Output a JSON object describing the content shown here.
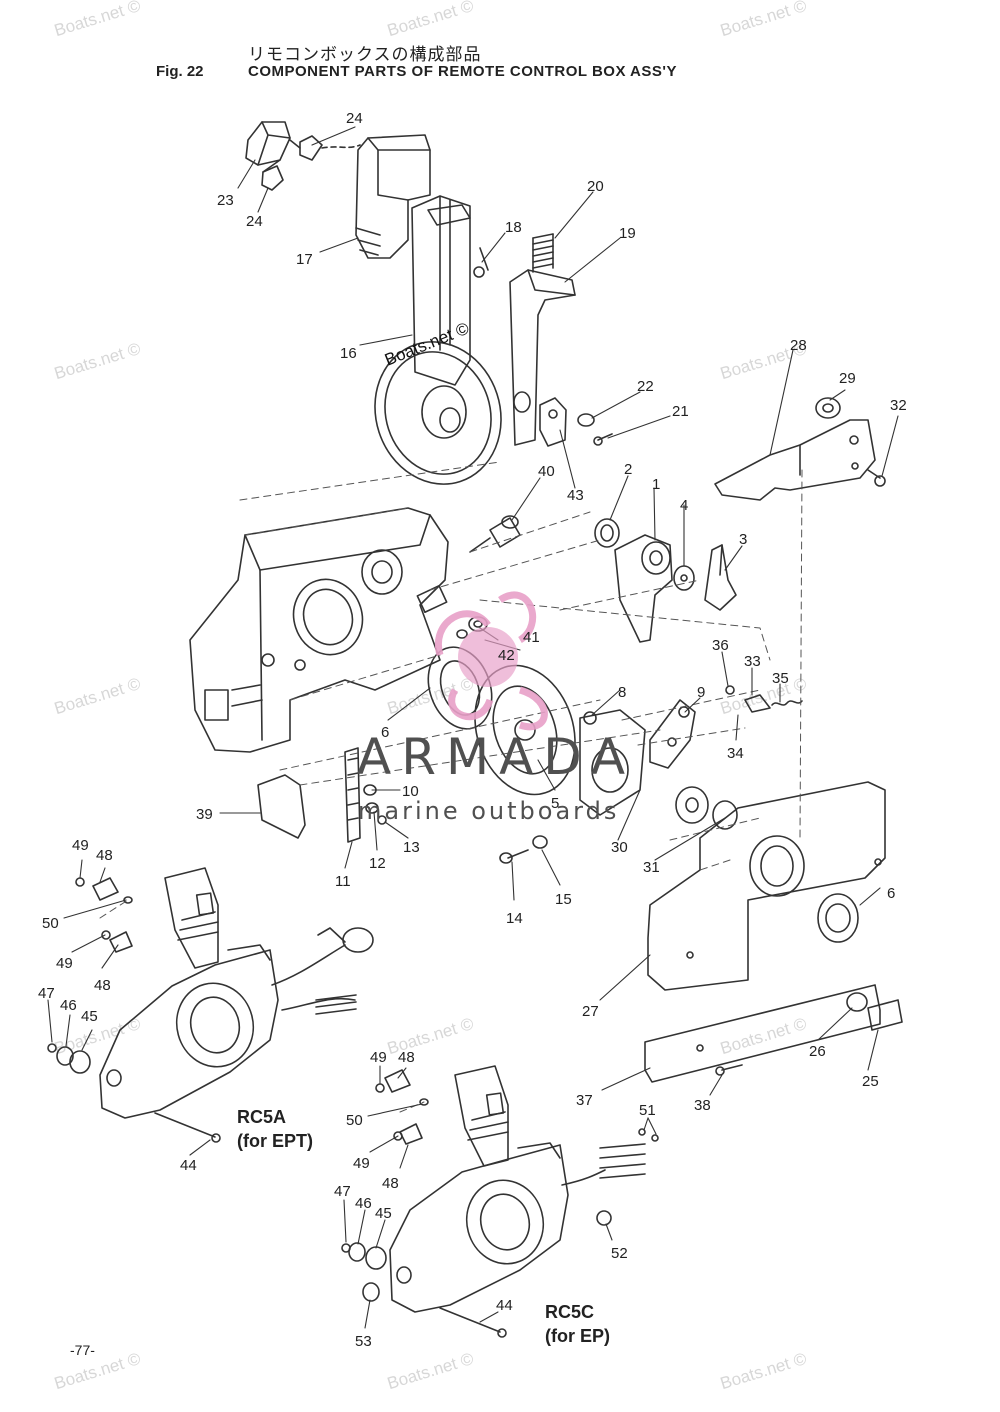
{
  "header": {
    "japanese_title": "リモコンボックスの構成部品",
    "fig_label": "Fig. 22",
    "title": "COMPONENT PARTS OF REMOTE CONTROL BOX ASS'Y"
  },
  "watermark": {
    "text": "Boats.net ©",
    "prominent_text": "Boats.net ©"
  },
  "logo": {
    "name": "ARMADA",
    "subtitle": "marine outboards",
    "color": "#e8a0c8"
  },
  "models": [
    {
      "name": "RC5A",
      "note": "(for EPT)"
    },
    {
      "name": "RC5C",
      "note": "(for EP)"
    }
  ],
  "page_number": "-77-",
  "callouts": [
    "1",
    "2",
    "3",
    "4",
    "5",
    "6",
    "6",
    "8",
    "9",
    "10",
    "11",
    "12",
    "13",
    "14",
    "15",
    "16",
    "17",
    "18",
    "19",
    "20",
    "21",
    "22",
    "23",
    "24",
    "24",
    "25",
    "26",
    "27",
    "28",
    "29",
    "30",
    "31",
    "32",
    "33",
    "34",
    "35",
    "36",
    "37",
    "38",
    "39",
    "40",
    "41",
    "42",
    "43",
    "44",
    "44",
    "45",
    "45",
    "46",
    "46",
    "47",
    "47",
    "48",
    "48",
    "48",
    "48",
    "49",
    "49",
    "49",
    "49",
    "50",
    "50",
    "51",
    "52",
    "53"
  ]
}
